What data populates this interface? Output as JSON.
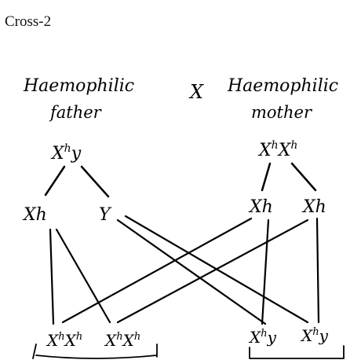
{
  "title": "Cross-2",
  "parents": {
    "father": {
      "label_line1": "Haemophilic",
      "label_line2": "father",
      "genotype": {
        "base": "X",
        "sup": "h",
        "suffix": "y"
      },
      "gametes": [
        {
          "base": "X",
          "sup": "",
          "suffix": "h"
        },
        {
          "base": "Y",
          "sup": "",
          "suffix": ""
        }
      ]
    },
    "cross_symbol": "X",
    "mother": {
      "label_line1": "Haemophilic",
      "label_line2": "mother",
      "genotype": {
        "base": "X",
        "sup": "h",
        "base2": "X",
        "sup2": "h"
      },
      "gametes": [
        {
          "base": "X",
          "sup": "",
          "suffix": "h"
        },
        {
          "base": "X",
          "sup": "",
          "suffix": "h"
        }
      ]
    }
  },
  "offspring": [
    {
      "base": "X",
      "sup": "h",
      "base2": "X",
      "sup2": "h"
    },
    {
      "base": "X",
      "sup": "h",
      "base2": "X",
      "sup2": "h"
    },
    {
      "base": "X",
      "sup": "h",
      "suffix": "y"
    },
    {
      "base": "X",
      "sup": "h",
      "suffix": "y"
    }
  ]
}
